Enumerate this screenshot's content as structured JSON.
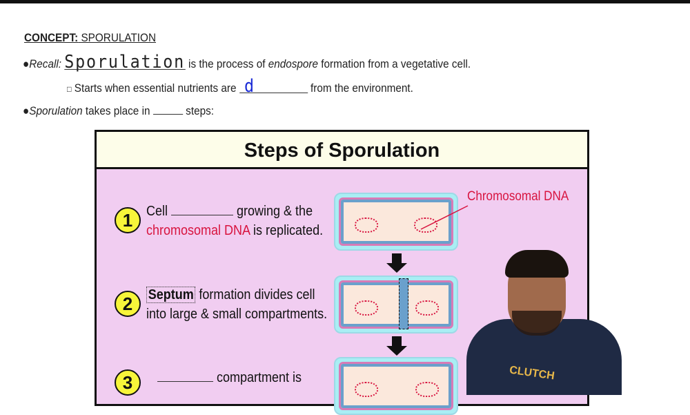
{
  "concept": {
    "label": "CONCEPT:",
    "title": "SPORULATION"
  },
  "recall": {
    "bullet": "●",
    "label": "Recall:",
    "answer": "Sporulation",
    "text_pre": "is the process of ",
    "italic": "endospore",
    "text_post": " formation from a vegetative cell."
  },
  "sub": {
    "box": "□",
    "text_pre": "Starts when essential nutrients are ",
    "answer": "d",
    "text_post": " from the environment."
  },
  "steps_line": {
    "bullet": "●",
    "italic": "Sporulation",
    "text_pre": " takes place in ",
    "text_post": " steps:"
  },
  "table": {
    "title": "Steps of Sporulation",
    "dna_label": "Chromosomal DNA",
    "steps": [
      {
        "num": "1",
        "a": "Cell ",
        "b": " growing & the",
        "red": "chromosomal DNA",
        "c": " is replicated."
      },
      {
        "num": "2",
        "bold": "Septum",
        "a": " formation divides cell",
        "c": "into large & small compartments."
      },
      {
        "num": "3",
        "b": " compartment is"
      }
    ]
  },
  "presenter": {
    "shirt_logo": "CLUTCH"
  }
}
